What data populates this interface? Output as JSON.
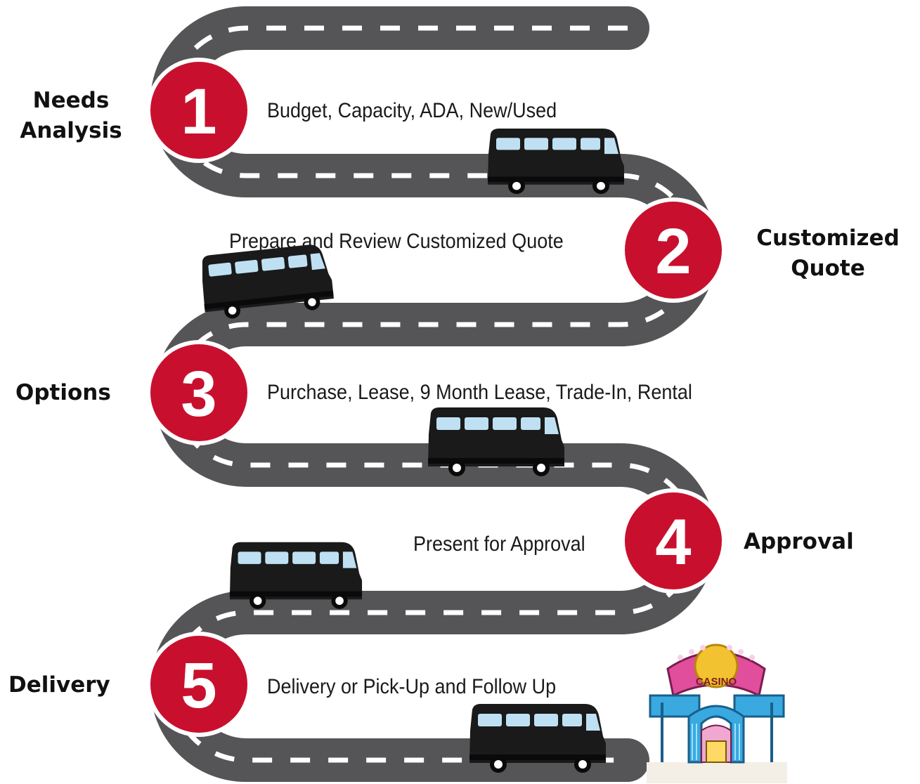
{
  "colors": {
    "road": "#555558",
    "road_marking": "#ffffff",
    "step_circle": "#c8102e",
    "step_circle_border": "#ffffff",
    "van_body": "#1a1a1a",
    "van_window": "#bfe0f2"
  },
  "steps": [
    {
      "number": "1",
      "title_line1": "Needs",
      "title_line2": "Analysis",
      "description": "Budget, Capacity, ADA, New/Used"
    },
    {
      "number": "2",
      "title_line1": "Customized",
      "title_line2": "Quote",
      "description": "Prepare and Review Customized Quote"
    },
    {
      "number": "3",
      "title_line1": "Options",
      "title_line2": "",
      "description": "Purchase, Lease, 9 Month Lease, Trade-In, Rental"
    },
    {
      "number": "4",
      "title_line1": "Approval",
      "title_line2": "",
      "description": "Present for Approval"
    },
    {
      "number": "5",
      "title_line1": "Delivery",
      "title_line2": "",
      "description": "Delivery or Pick-Up and Follow Up"
    }
  ],
  "destination": {
    "sign_text": "CASINO",
    "icon": "casino-building-icon"
  },
  "vehicle_icon": "shuttle-van-icon"
}
